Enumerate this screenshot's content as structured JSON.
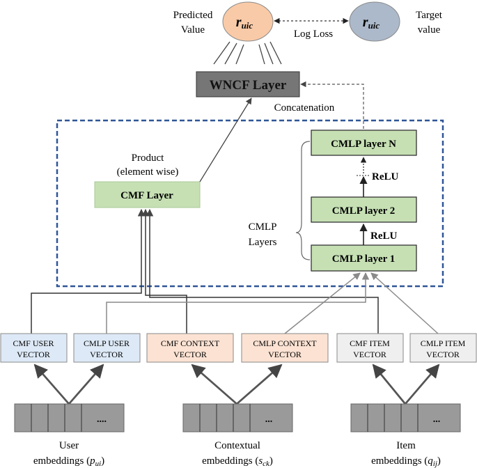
{
  "top": {
    "predicted_label_1": "Predicted",
    "predicted_label_2": "Value",
    "target_label_1": "Target",
    "target_label_2": "value",
    "r_symbol": "r",
    "r_subscript": "uic",
    "log_loss": "Log Loss"
  },
  "wncf": {
    "label": "WNCF Layer",
    "concatenation": "Concatenation"
  },
  "cmf": {
    "label": "CMF Layer",
    "product_1": "Product",
    "product_2": "(element wise)"
  },
  "cmlp": {
    "layer_n": "CMLP layer N",
    "layer_2": "CMLP layer 2",
    "layer_1": "CMLP layer 1",
    "relu": "ReLU",
    "group_label_1": "CMLP",
    "group_label_2": "Layers"
  },
  "vectors": {
    "cmf_user_1": "CMF USER",
    "cmf_user_2": "VECTOR",
    "cmlp_user_1": "CMLP USER",
    "cmlp_user_2": "VECTOR",
    "cmf_context_1": "CMF CONTEXT",
    "cmf_context_2": "VECTOR",
    "cmlp_context_1": "CMLP CONTEXT",
    "cmlp_context_2": "VECTOR",
    "cmf_item_1": "CMF ITEM",
    "cmf_item_2": "VECTOR",
    "cmlp_item_1": "CMLP ITEM",
    "cmlp_item_2": "VECTOR"
  },
  "embeddings": {
    "dots_user": "....",
    "dots_context": "...",
    "dots_item": "...",
    "user_1": "User",
    "user_2": "embeddings (",
    "user_var": "p",
    "user_sub": "ui",
    "context_1": "Contextual",
    "context_2": "embeddings (",
    "context_var": "s",
    "context_sub": "ck",
    "item_1": "Item",
    "item_2": "embeddings (",
    "item_var": "q",
    "item_sub": "ij",
    "close_paren": ")"
  },
  "colors": {
    "user_fill": "#dde9f6",
    "context_fill": "#fbe2d3",
    "item_fill": "#efefef",
    "layer_green": "#c6e0b4",
    "predicted_fill": "#f9caa7",
    "target_fill": "#acb9ca",
    "wncf_fill": "#767676",
    "dashed_blue": "#2f5597"
  }
}
